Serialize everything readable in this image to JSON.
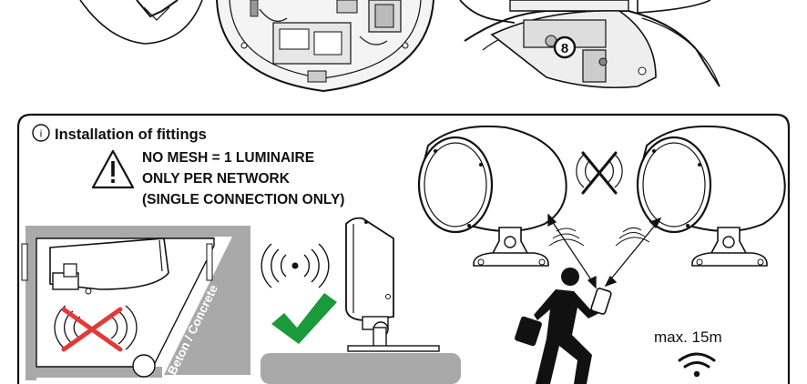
{
  "panel": {
    "info_symbol": "i",
    "title": "Installation of fittings"
  },
  "warning": {
    "line1": "NO MESH = 1 LUMINAIRE",
    "line2": "ONLY PER NETWORK",
    "line3": "(SINGLE CONNECTION ONLY)"
  },
  "concrete_label": "Beton / Concrete",
  "top_detail": {
    "step_number": "8"
  },
  "range": {
    "label": "max. 15m"
  },
  "icons": [
    "info-icon",
    "warning-triangle-icon",
    "wireless-signal-icon",
    "checkmark-icon",
    "cross-icon",
    "wifi-icon",
    "smartphone-icon",
    "walking-person-icon"
  ],
  "colors": {
    "check_green": "#1a9a3a",
    "cross_red": "#e23a3a",
    "concrete_gray": "#a9a9a9",
    "line": "#111111"
  }
}
